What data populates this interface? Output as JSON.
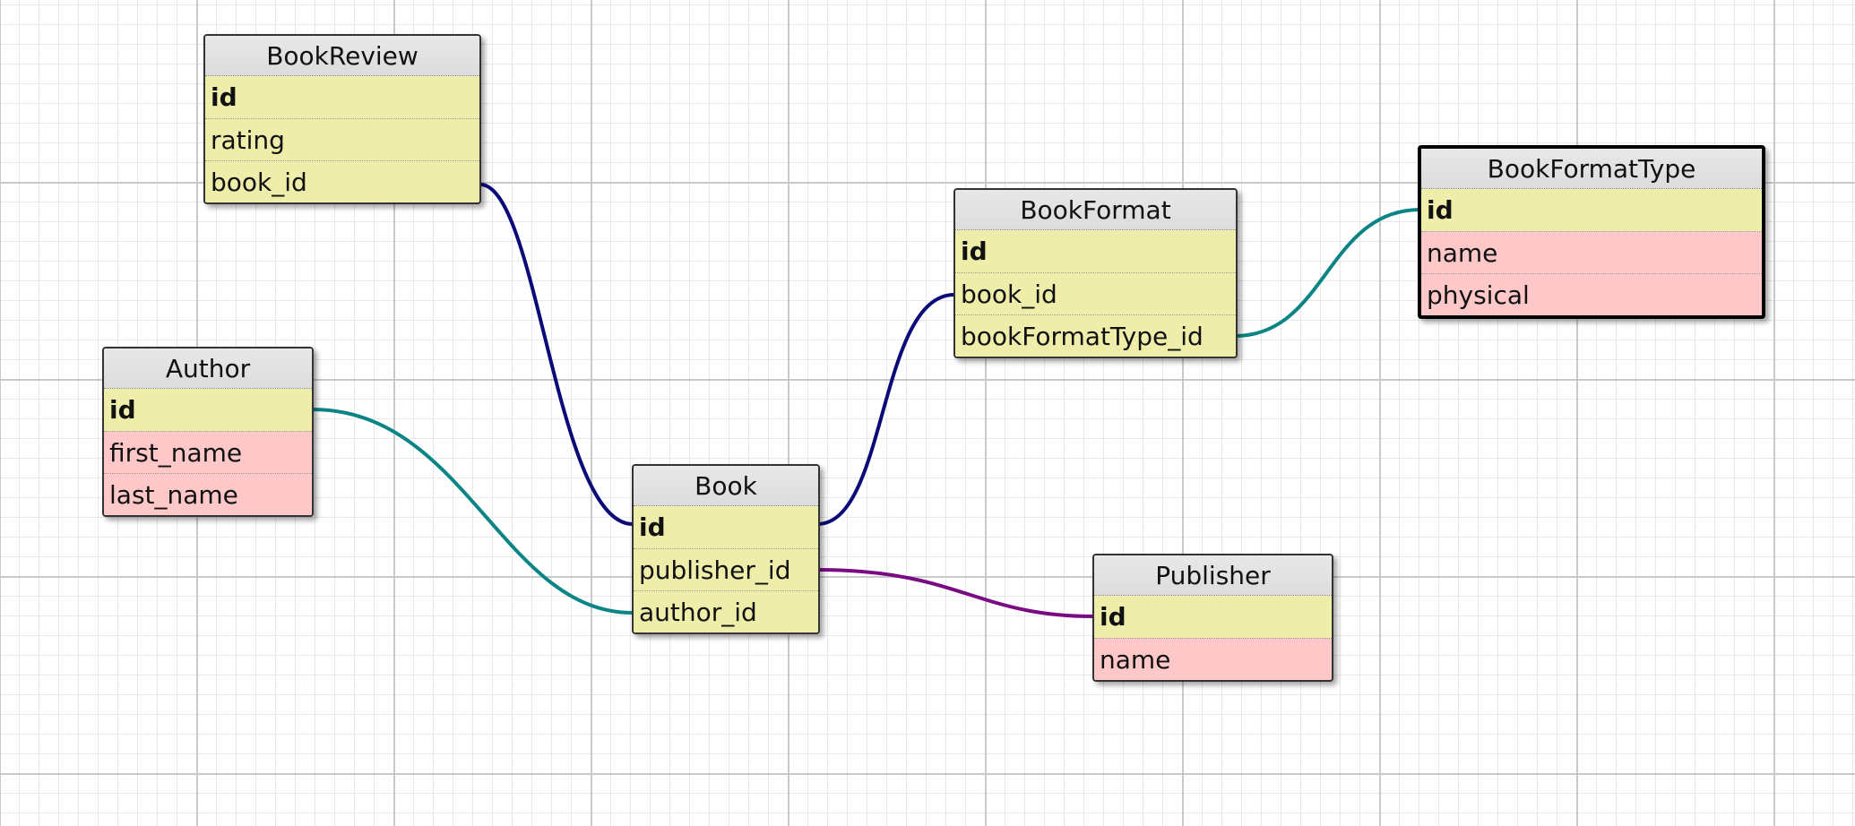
{
  "tables": {
    "bookreview": {
      "name": "BookReview",
      "fields": [
        "id",
        "rating",
        "book_id"
      ]
    },
    "author": {
      "name": "Author",
      "fields": [
        "id",
        "first_name",
        "last_name"
      ]
    },
    "book": {
      "name": "Book",
      "fields": [
        "id",
        "publisher_id",
        "author_id"
      ]
    },
    "bookformat": {
      "name": "BookFormat",
      "fields": [
        "id",
        "book_id",
        "bookFormatType_id"
      ]
    },
    "bookformattype": {
      "name": "BookFormatType",
      "fields": [
        "id",
        "name",
        "physical"
      ]
    },
    "publisher": {
      "name": "Publisher",
      "fields": [
        "id",
        "name"
      ]
    }
  },
  "relations": [
    {
      "from": "BookReview.book_id",
      "to": "Book.id",
      "color": "#0a0a78"
    },
    {
      "from": "Author.id",
      "to": "Book.author_id",
      "color": "#0a8484"
    },
    {
      "from": "Book.id",
      "to": "BookFormat.book_id",
      "color": "#0a0a78"
    },
    {
      "from": "BookFormat.bookFormatType_id",
      "to": "BookFormatType.id",
      "color": "#0a8484"
    },
    {
      "from": "Book.publisher_id",
      "to": "Publisher.id",
      "color": "#7a0a84"
    }
  ],
  "colors": {
    "key_field": "#eeeeaa",
    "plain_field": "#ffc8c8",
    "header": "#dcdcdc",
    "grid_major": "#c9c9c9",
    "grid_minor": "#e8e8e8"
  }
}
